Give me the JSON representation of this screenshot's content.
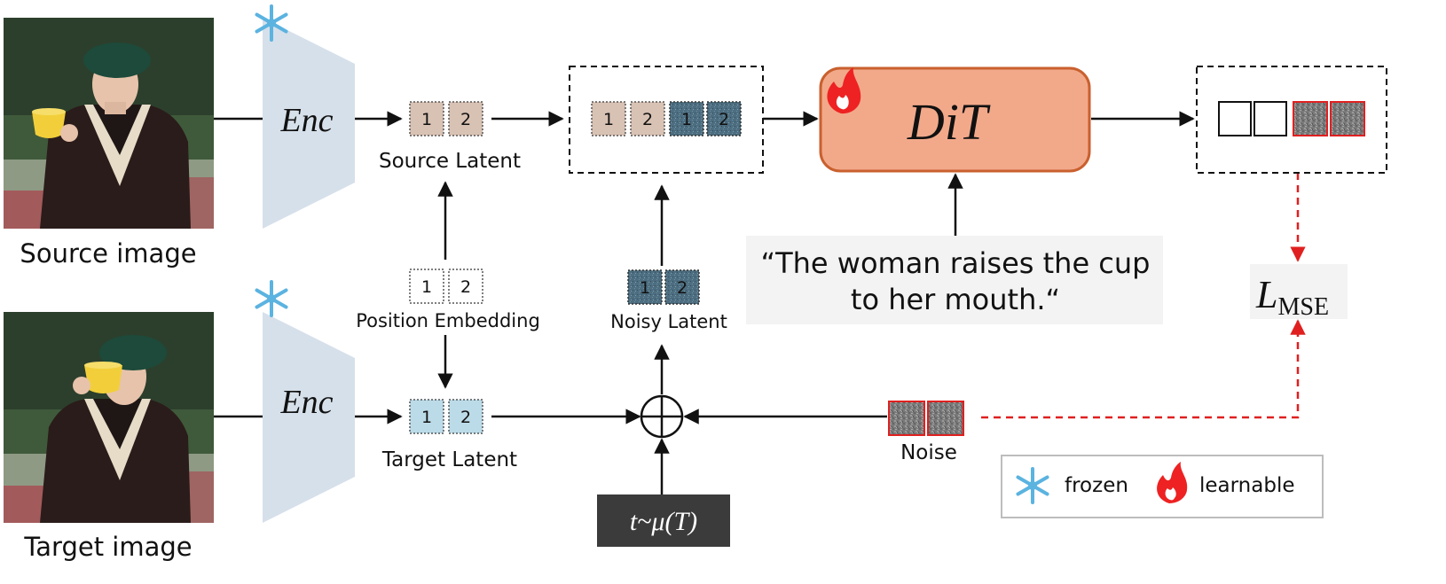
{
  "source": {
    "caption": "Source image",
    "encoder_label": "Enc",
    "latent_label": "Source Latent",
    "tokens": [
      "1",
      "2"
    ]
  },
  "target": {
    "caption": "Target image",
    "encoder_label": "Enc",
    "latent_label": "Target Latent",
    "tokens": [
      "1",
      "2"
    ]
  },
  "position_embedding": {
    "label": "Position Embedding",
    "tokens": [
      "1",
      "2"
    ]
  },
  "noisy_latent": {
    "label": "Noisy Latent",
    "tokens": [
      "1",
      "2"
    ]
  },
  "concat_tokens": [
    "1",
    "2",
    "1",
    "2"
  ],
  "dit": {
    "label": "DiT"
  },
  "prompt": {
    "line1": "“The woman raises the cup",
    "line2": "to her mouth.“"
  },
  "timestep": {
    "label": "t~μ(T)"
  },
  "noise": {
    "label": "Noise"
  },
  "loss": {
    "base": "L",
    "subscript": "MSE"
  },
  "legend": {
    "frozen": "frozen",
    "learnable": "learnable"
  },
  "colors": {
    "source_token": "#d8c2b4",
    "target_token": "#bcdbe8",
    "noisy_token": "#4d6e80",
    "dit_fill": "#f2a98a",
    "dit_border": "#c9602e",
    "encoder_fill": "#d6e0ea",
    "flame": "#ee2222",
    "snow": "#5bb3e0",
    "timestep_bg": "#3b3b3b",
    "loss_arrow": "#e02020"
  }
}
